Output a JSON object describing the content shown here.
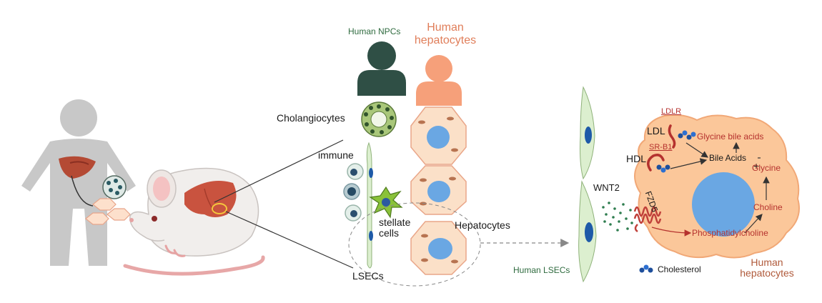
{
  "labels": {
    "human_npcs": "Human NPCs",
    "human_hepatocytes_top": "Human\nhepatocytes",
    "cholangiocytes": "Cholangiocytes",
    "immune": "immune",
    "stellate_cells": "stellate\ncells",
    "hepatocytes": "Hepatocytes",
    "lsecs": "LSECs",
    "human_lsecs": "Human LSECs",
    "wnt2": "WNT2",
    "fzd5": "FZD5",
    "ldlr": "LDLR",
    "sr_b1": "SR-B1",
    "ldl": "LDL",
    "hdl": "HDL",
    "glycine_bile_acids": "Glycine bile acids",
    "bile_acids": "Bile Acids",
    "plus": "+",
    "glycine": "Glycine",
    "choline": "Choline",
    "phosphatidylcholine": "Phosphatidylcholine",
    "human_hepatocytes_bottom": "Human\nhepatocytes",
    "cholesterol": "Cholesterol"
  },
  "colors": {
    "human_gray": "#c8c8c8",
    "npc_dark_green": "#2f4f45",
    "hepatocyte_orange": "#f6a07a",
    "hepatocyte_cell": "#fbe0c8",
    "nucleus_blue": "#6aa7e3",
    "lsec_green": "#dcefcf",
    "liver_red": "#c9533f",
    "red_text": "#b5322e",
    "green_text": "#2f6b3f"
  }
}
